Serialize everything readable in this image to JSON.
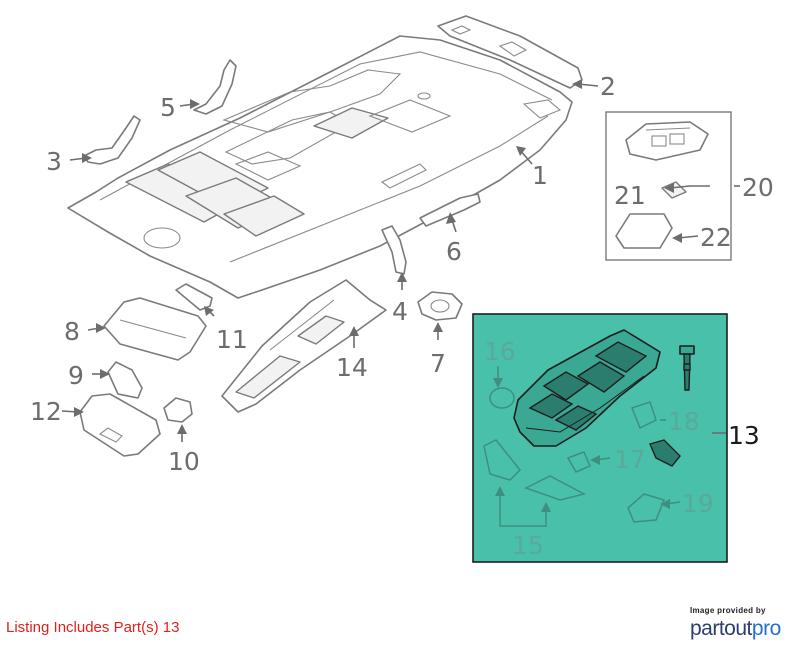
{
  "callouts": {
    "c1": "1",
    "c2": "2",
    "c3": "3",
    "c4": "4",
    "c5": "5",
    "c6": "6",
    "c7": "7",
    "c8": "8",
    "c9": "9",
    "c10": "10",
    "c11": "11",
    "c12": "12",
    "c13": "13",
    "c14": "14",
    "c15": "15",
    "c16": "16",
    "c17": "17",
    "c18": "18",
    "c19": "19",
    "c20": "20",
    "c21": "21",
    "c22": "22"
  },
  "highlight": {
    "color": "#48c0aa",
    "border": "#1e1e1e"
  },
  "listing": {
    "text": "Listing Includes Part(s) 13",
    "color": "#e0211c"
  },
  "credit": {
    "small": "Image provided by",
    "brand_a": "partout",
    "brand_b": "pro"
  }
}
